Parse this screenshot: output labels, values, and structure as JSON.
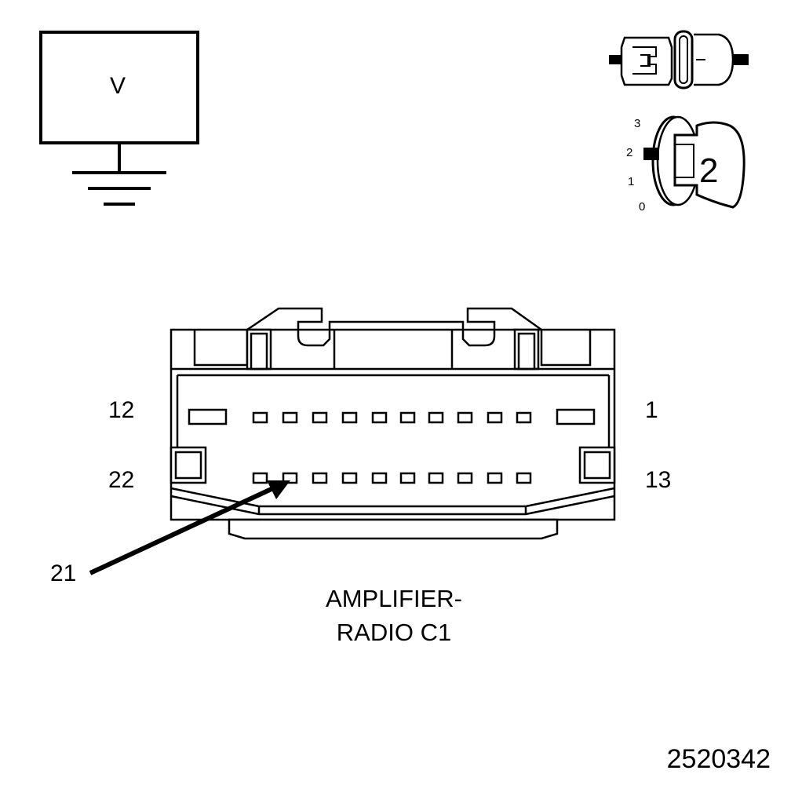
{
  "meter": {
    "label": "V"
  },
  "ignition": {
    "positions": [
      "0",
      "1",
      "2",
      "3"
    ],
    "key_position": "2"
  },
  "connector": {
    "pin_labels": {
      "top_left": "12",
      "top_right": "1",
      "bottom_left": "22",
      "bottom_right": "13"
    },
    "callout_pin": "21",
    "name_line1": "AMPLIFIER-",
    "name_line2": "RADIO C1"
  },
  "figure_number": "2520342"
}
